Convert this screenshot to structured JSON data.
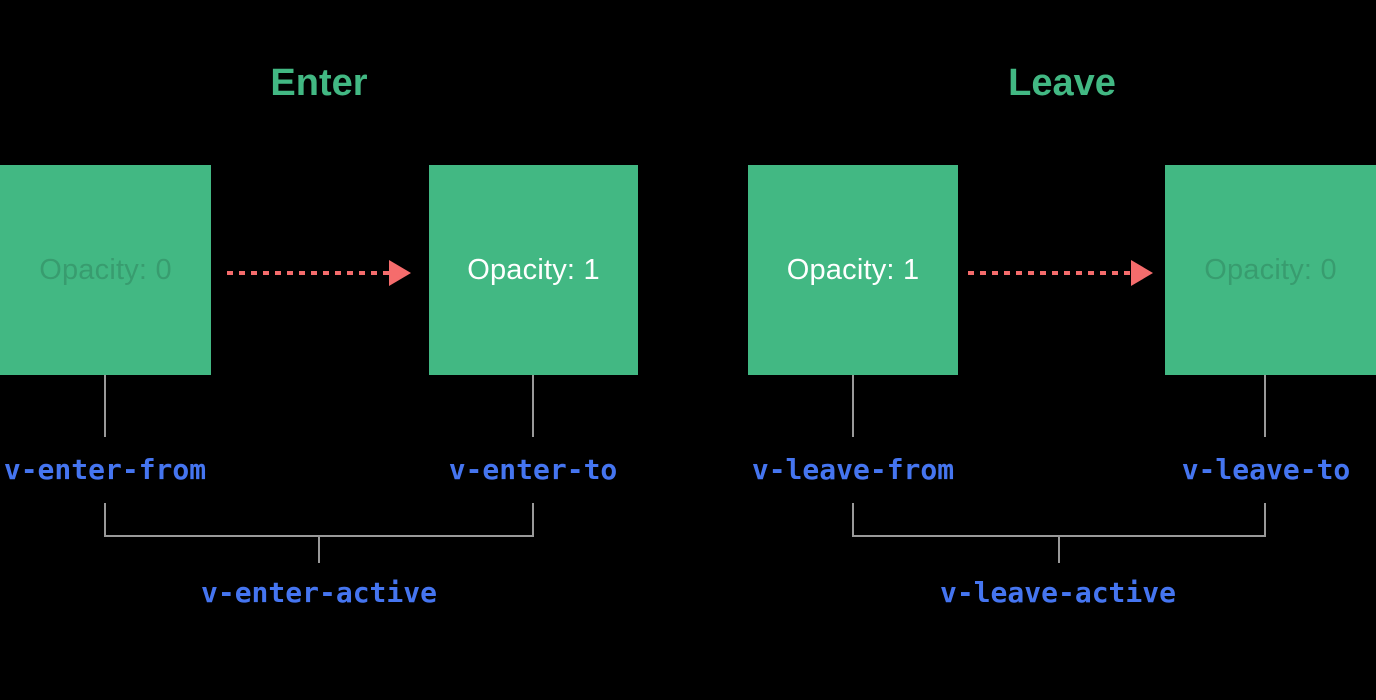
{
  "diagram": {
    "enter": {
      "title": "Enter",
      "from_box": {
        "label": "Opacity: 0"
      },
      "to_box": {
        "label": "Opacity: 1"
      },
      "from_class": "v-enter-from",
      "to_class": "v-enter-to",
      "active_class": "v-enter-active"
    },
    "leave": {
      "title": "Leave",
      "from_box": {
        "label": "Opacity: 1"
      },
      "to_box": {
        "label": "Opacity: 0"
      },
      "from_class": "v-leave-from",
      "to_class": "v-leave-to",
      "active_class": "v-leave-active"
    },
    "icons": {
      "enter_arrow": "dashed-arrow-right-icon",
      "leave_arrow": "dashed-arrow-right-icon"
    },
    "colors": {
      "background": "#000000",
      "box_green": "#42b883",
      "title_green": "#42b883",
      "arrow_red": "#f56c6c",
      "label_blue": "#4575f0",
      "line_gray": "#999999",
      "box_text_bright": "#ffffff",
      "box_text_faint": "rgba(0,0,0,0.15)"
    }
  }
}
